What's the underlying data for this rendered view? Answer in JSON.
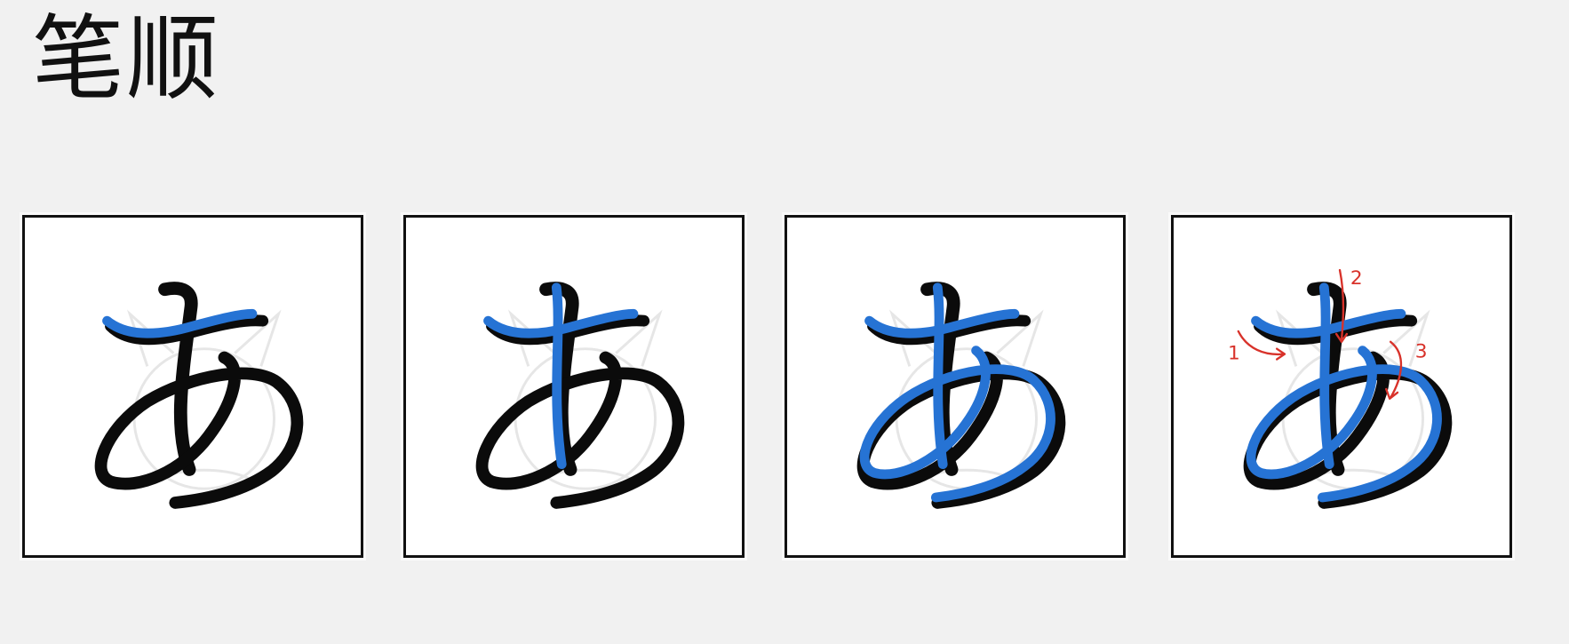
{
  "title": "笔顺",
  "frames": [
    {
      "id": "frame-1",
      "highlighted_strokes": [
        1
      ]
    },
    {
      "id": "frame-2",
      "highlighted_strokes": [
        1,
        2
      ]
    },
    {
      "id": "frame-3",
      "highlighted_strokes": [
        1,
        2,
        3
      ]
    },
    {
      "id": "frame-4",
      "highlighted_strokes": [
        1,
        2,
        3
      ],
      "annotated": true
    }
  ],
  "annotations": [
    "1",
    "2",
    "3"
  ],
  "colors": {
    "ink": "#0b0b0b",
    "trace": "#2673d4",
    "annotation": "#d8322a",
    "frame_border": "#111111",
    "background": "#f1f1f1"
  }
}
